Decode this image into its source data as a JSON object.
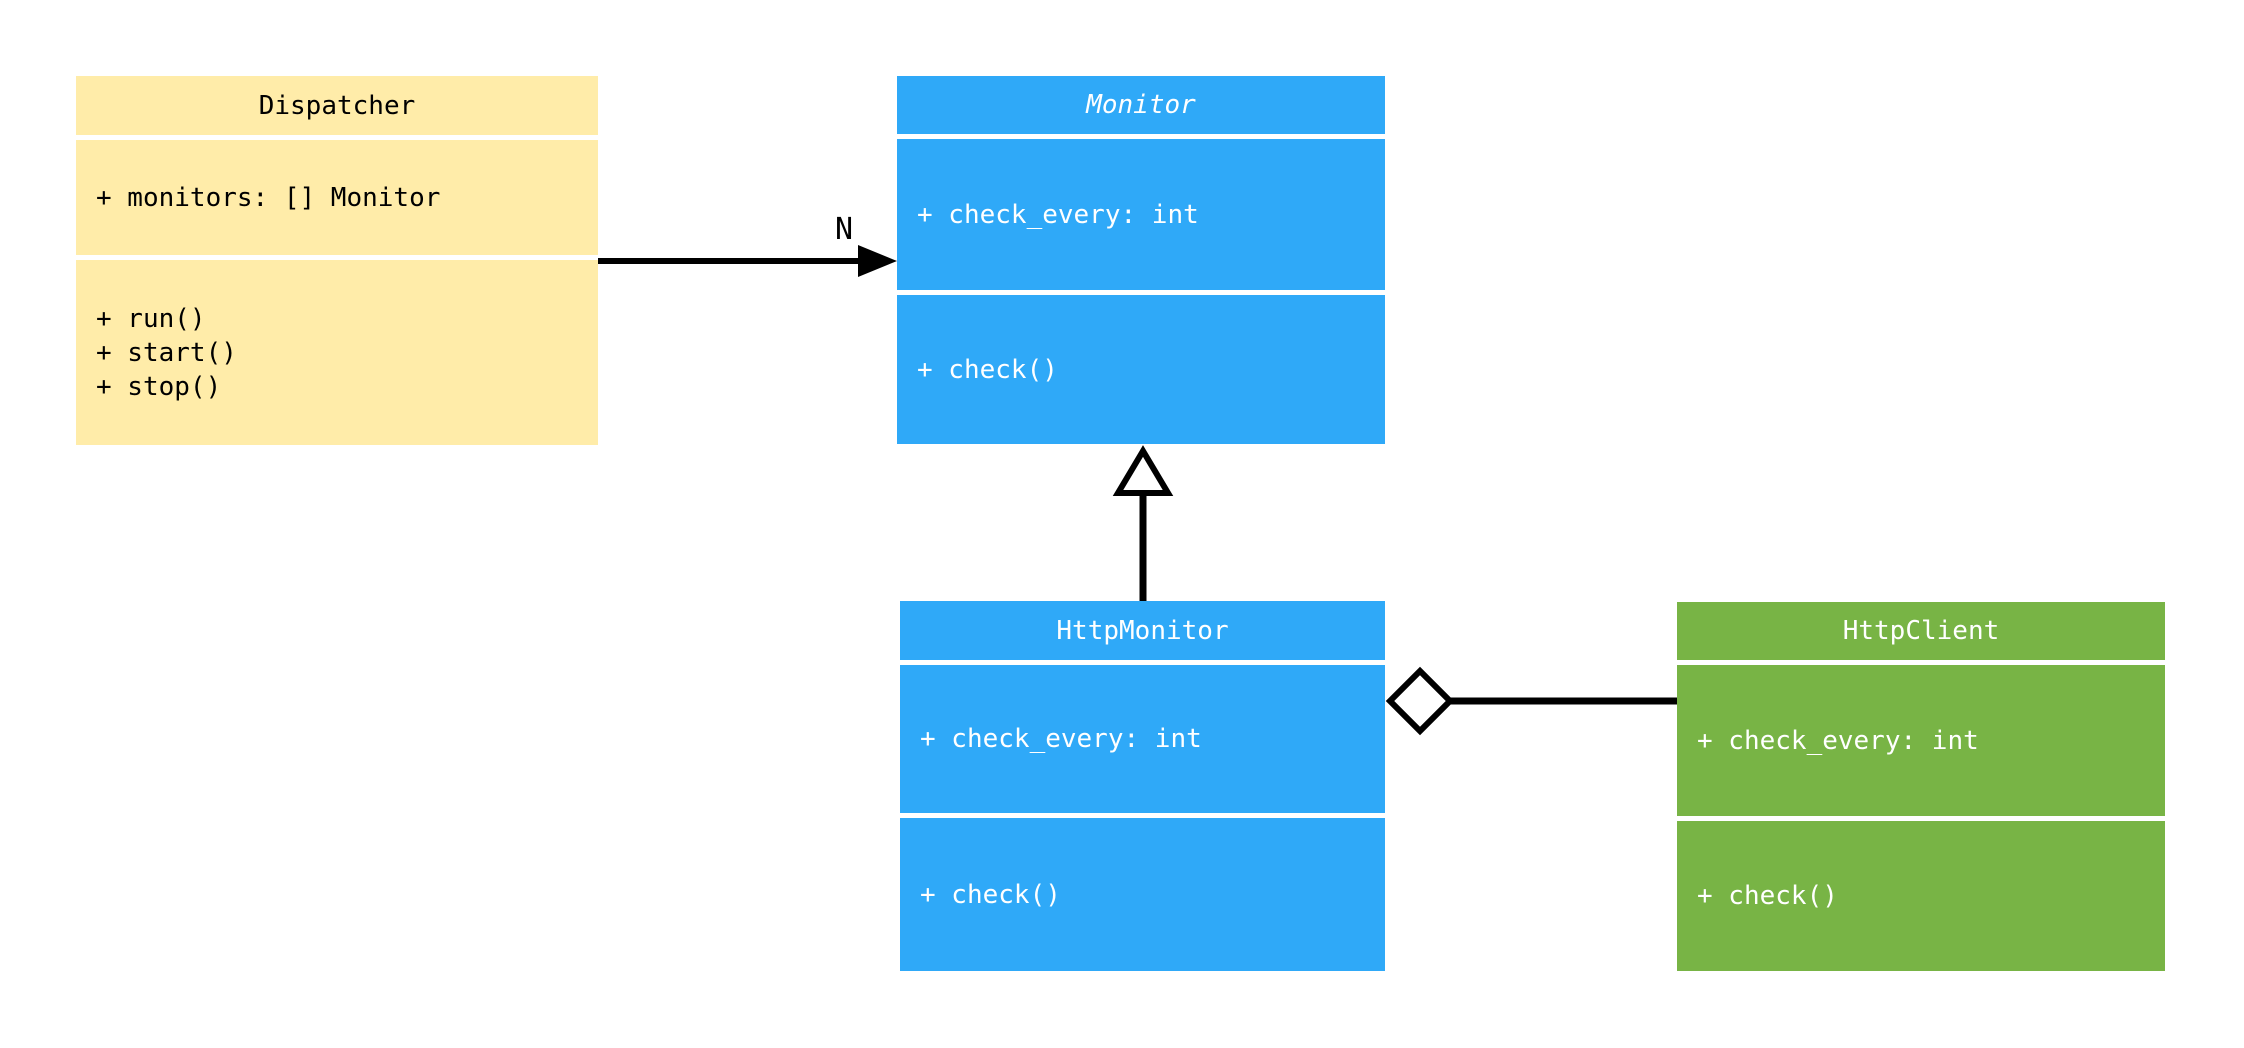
{
  "diagram": {
    "type": "uml-class-diagram",
    "classes": [
      {
        "title": "Dispatcher",
        "abstract": false,
        "fill": "#FFECA9",
        "text_color": "#000000",
        "attributes": [
          "+ monitors: [] Monitor"
        ],
        "methods": [
          "+ run()",
          "+ start()",
          "+ stop()"
        ]
      },
      {
        "title": "Monitor",
        "abstract": true,
        "fill": "#2FA9F8",
        "text_color": "#FFFFFF",
        "attributes": [
          "+ check_every: int"
        ],
        "methods": [
          "+ check()"
        ]
      },
      {
        "title": "HttpMonitor",
        "abstract": false,
        "fill": "#2FA9F8",
        "text_color": "#FFFFFF",
        "attributes": [
          "+ check_every: int"
        ],
        "methods": [
          "+ check()"
        ]
      },
      {
        "title": "HttpClient",
        "abstract": false,
        "fill": "#78B445",
        "text_color": "#FFFFFF",
        "attributes": [
          "+ check_every: int"
        ],
        "methods": [
          "+ check()"
        ]
      }
    ],
    "relationships": [
      {
        "type": "association",
        "from": "Dispatcher",
        "to": "Monitor",
        "label": "N"
      },
      {
        "type": "inheritance",
        "from": "HttpMonitor",
        "to": "Monitor",
        "label": ""
      },
      {
        "type": "aggregation",
        "from": "HttpMonitor",
        "to": "HttpClient",
        "label": ""
      }
    ],
    "connector_color": "#000000",
    "background_color": "#FFFFFF"
  }
}
